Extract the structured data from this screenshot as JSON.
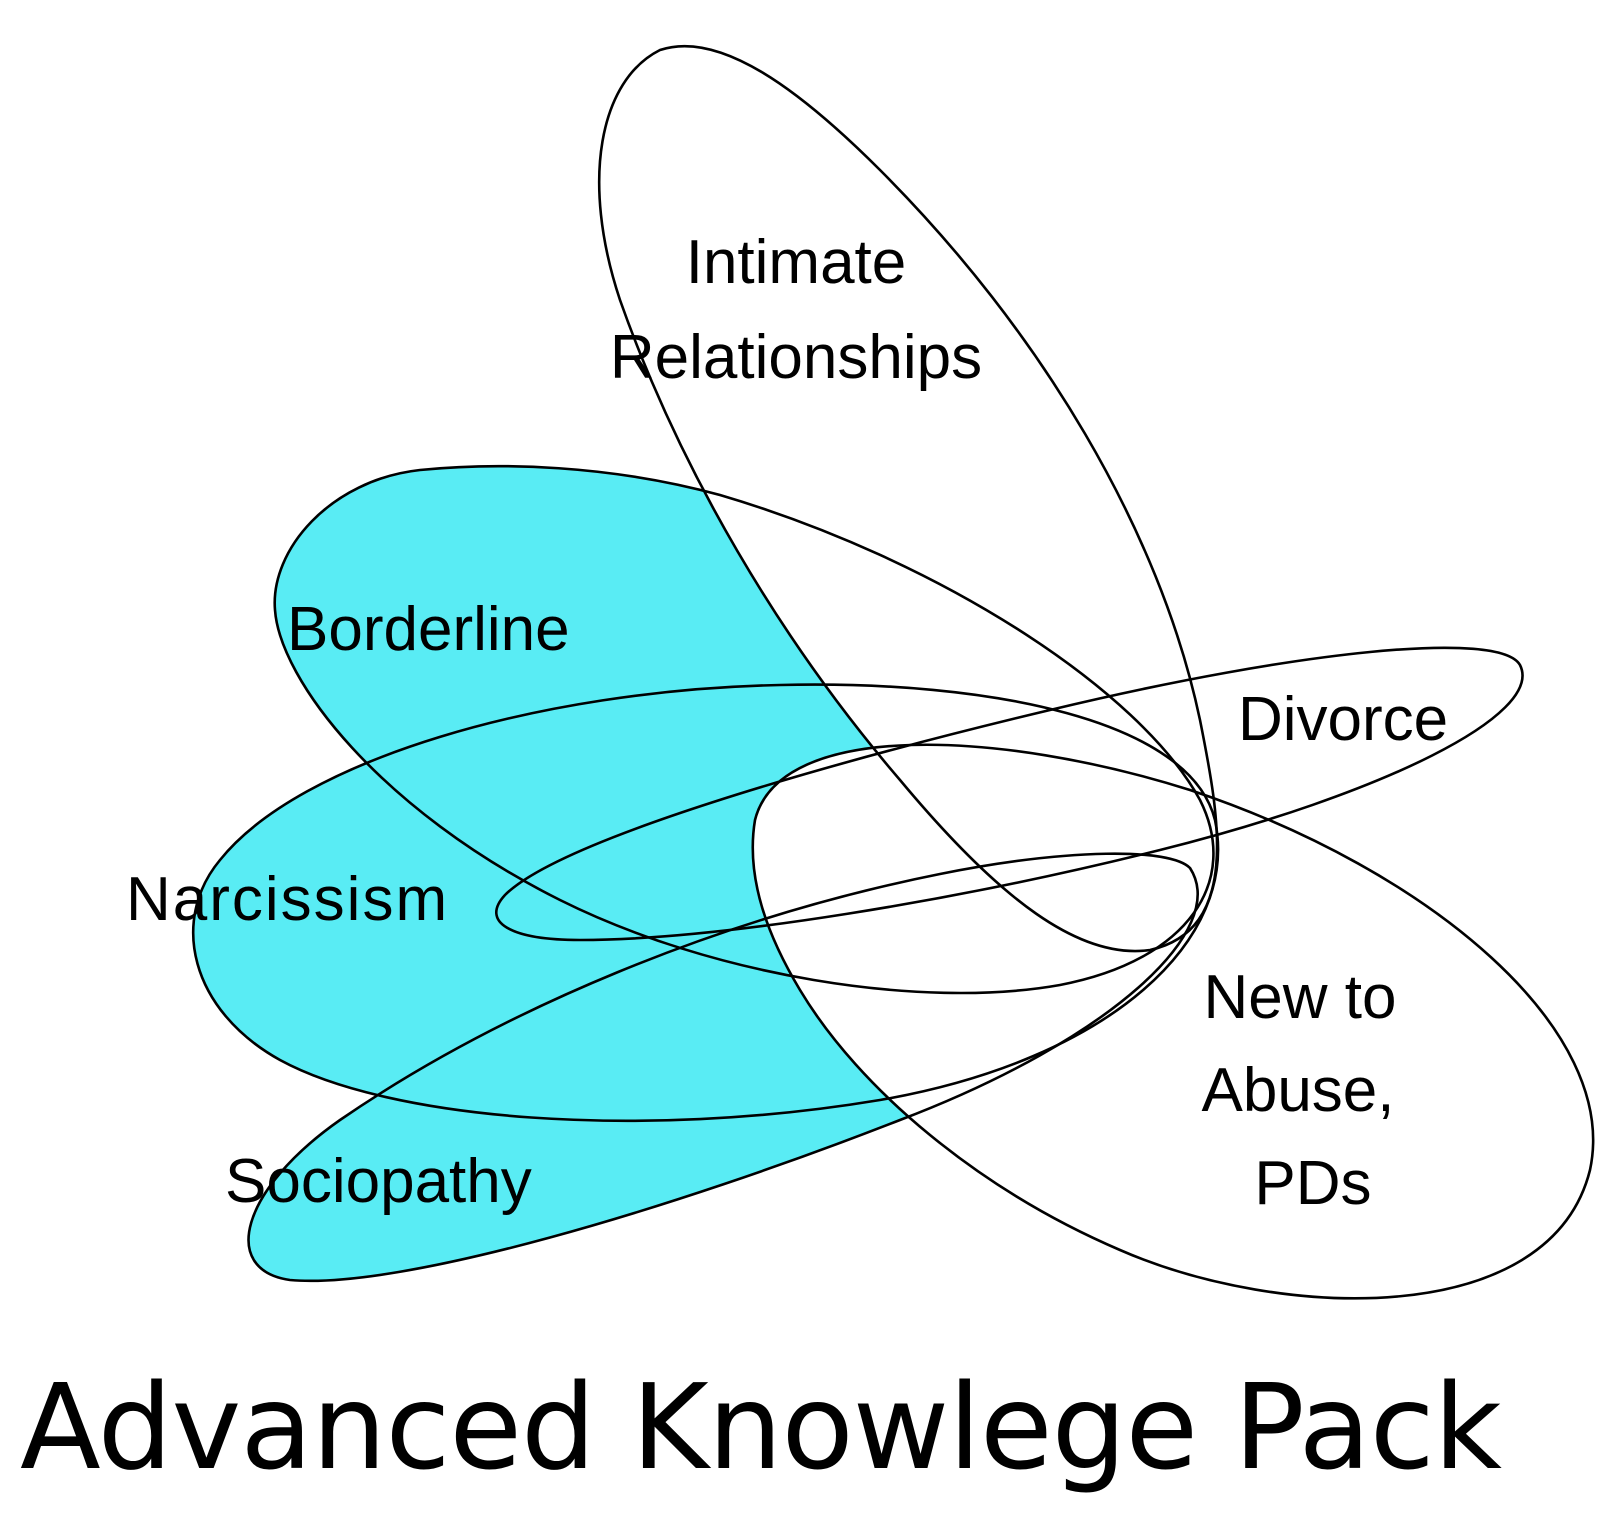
{
  "title": "Advanced Knowlege Pack",
  "colors": {
    "fill": "#59ECF4",
    "stroke": "#000000",
    "background": "#FFFFFF"
  },
  "sets": [
    {
      "id": "intimate",
      "label_lines": [
        "Intimate",
        "Relationships"
      ],
      "filled": false
    },
    {
      "id": "borderline",
      "label_lines": [
        "Borderline"
      ],
      "filled": true
    },
    {
      "id": "divorce",
      "label_lines": [
        "Divorce"
      ],
      "filled": false
    },
    {
      "id": "narcissism",
      "label_lines": [
        "Narcissism"
      ],
      "filled": true
    },
    {
      "id": "sociopathy",
      "label_lines": [
        "Sociopathy"
      ],
      "filled": true
    },
    {
      "id": "new-to-abuse",
      "label_lines": [
        "New to",
        "Abuse,",
        "PDs"
      ],
      "filled": false
    }
  ]
}
